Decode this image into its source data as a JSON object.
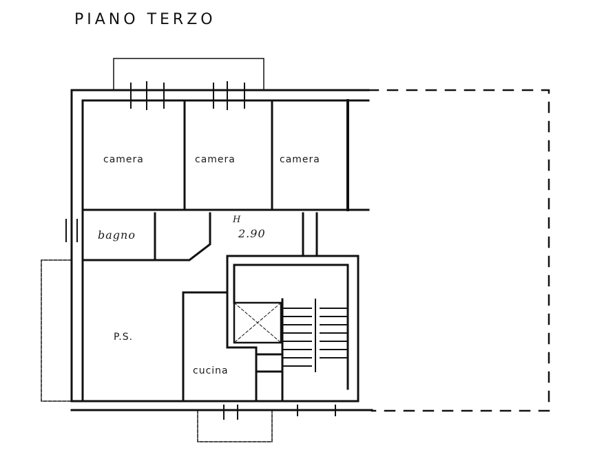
{
  "title": "PIANO TERZO",
  "rooms": [
    {
      "id": "camera-1",
      "label": "camera"
    },
    {
      "id": "camera-2",
      "label": "camera"
    },
    {
      "id": "camera-3",
      "label": "camera"
    },
    {
      "id": "bagno",
      "label": "bagno"
    },
    {
      "id": "ps",
      "label": "P.S."
    },
    {
      "id": "cucina",
      "label": "cucina"
    }
  ],
  "annotations": {
    "height_marker": "H",
    "height_value": "2.90"
  },
  "colors": {
    "line": "#111111",
    "background": "#ffffff"
  }
}
